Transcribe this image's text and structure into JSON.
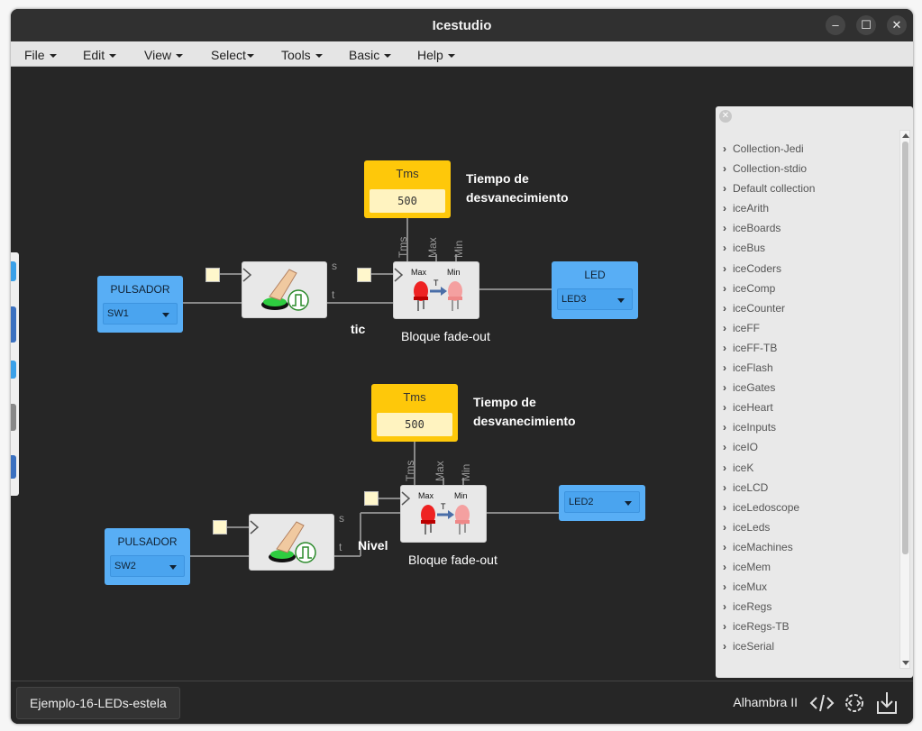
{
  "window": {
    "title": "Icestudio"
  },
  "window_controls": {
    "minimize": "–",
    "maximize": "☐",
    "close": "✕"
  },
  "menu": [
    {
      "label": "File"
    },
    {
      "label": "Edit"
    },
    {
      "label": "View"
    },
    {
      "label": "Select"
    },
    {
      "label": "Tools"
    },
    {
      "label": "Basic"
    },
    {
      "label": "Help"
    }
  ],
  "circuit1": {
    "input": {
      "header": "PULSADOR",
      "value": "SW1"
    },
    "const": {
      "header": "Tms",
      "value": "500",
      "note": "Tiempo de desvanecimiento"
    },
    "button_ports": {
      "s": "s",
      "t": "t"
    },
    "wire_label": "tic",
    "fade": {
      "max": "Max",
      "min": "Min",
      "t": "T",
      "label": "Bloque fade-out",
      "port_tms": "Tms",
      "port_max": "Max",
      "port_min": "Min"
    },
    "output": {
      "header": "LED",
      "value": "LED3"
    }
  },
  "circuit2": {
    "input": {
      "header": "PULSADOR",
      "value": "SW2"
    },
    "const": {
      "header": "Tms",
      "value": "500",
      "note": "Tiempo de desvanecimiento"
    },
    "button_ports": {
      "s": "s",
      "t": "t"
    },
    "wire_label": "Nivel",
    "fade": {
      "max": "Max",
      "min": "Min",
      "t": "T",
      "label": "Bloque fade-out",
      "port_tms": "Tms",
      "port_max": "Max",
      "port_min": "Min"
    },
    "output": {
      "value": "LED2"
    }
  },
  "collections": [
    "Collection-Jedi",
    "Collection-stdio",
    "Default collection",
    "iceArith",
    "iceBoards",
    "iceBus",
    "iceCoders",
    "iceComp",
    "iceCounter",
    "iceFF",
    "iceFF-TB",
    "iceFlash",
    "iceGates",
    "iceHeart",
    "iceInputs",
    "iceIO",
    "iceK",
    "iceLCD",
    "iceLedoscope",
    "iceLeds",
    "iceMachines",
    "iceMem",
    "iceMux",
    "iceRegs",
    "iceRegs-TB",
    "iceSerial"
  ],
  "footer": {
    "project": "Ejemplo-16-LEDs-estela",
    "board": "Alhambra II"
  }
}
